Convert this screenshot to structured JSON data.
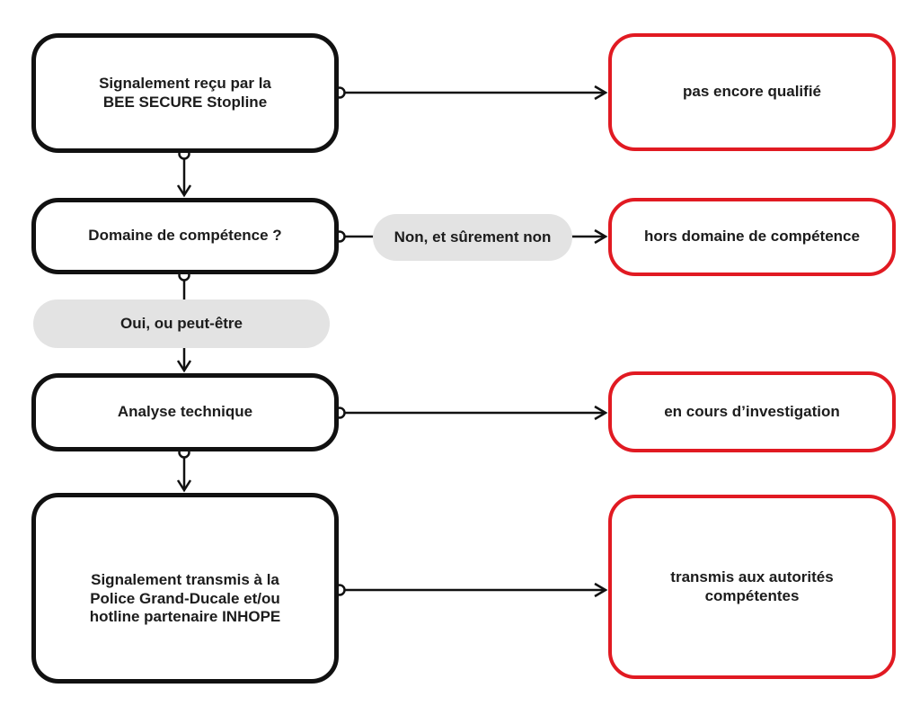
{
  "title": "BEE SECURE Stopline report handling flowchart",
  "colors": {
    "process_border": "#111111",
    "outcome_border": "#e11a22",
    "branch_pill_bg": "#e3e3e3",
    "text": "#1c1c1c",
    "connector": "#111111",
    "background": "#ffffff"
  },
  "flowchart": {
    "process_boxes": [
      {
        "id": "signalement-recu",
        "lines": [
          "Signalement reçu par la",
          "BEE SECURE Stopline"
        ]
      },
      {
        "id": "domaine-competence",
        "lines": [
          "Domaine de compétence ?"
        ]
      },
      {
        "id": "analyse-technique",
        "lines": [
          "Analyse technique"
        ]
      },
      {
        "id": "signalement-transmis",
        "lines": [
          "Signalement transmis à la",
          "Police Grand-Ducale et/ou",
          "hotline partenaire INHOPE"
        ]
      }
    ],
    "outcome_boxes": [
      {
        "id": "pas-encore-qualifie",
        "lines": [
          "pas encore qualifié"
        ]
      },
      {
        "id": "hors-domaine",
        "lines": [
          "hors domaine de compétence"
        ]
      },
      {
        "id": "en-cours-investigation",
        "lines": [
          "en cours d’investigation"
        ]
      },
      {
        "id": "transmis-autorites",
        "lines": [
          "transmis aux autorités",
          "compétentes"
        ]
      }
    ],
    "branch_labels": [
      {
        "id": "non",
        "text": "Non, et sûrement non"
      },
      {
        "id": "oui",
        "text": "Oui, ou peut-être"
      }
    ]
  }
}
